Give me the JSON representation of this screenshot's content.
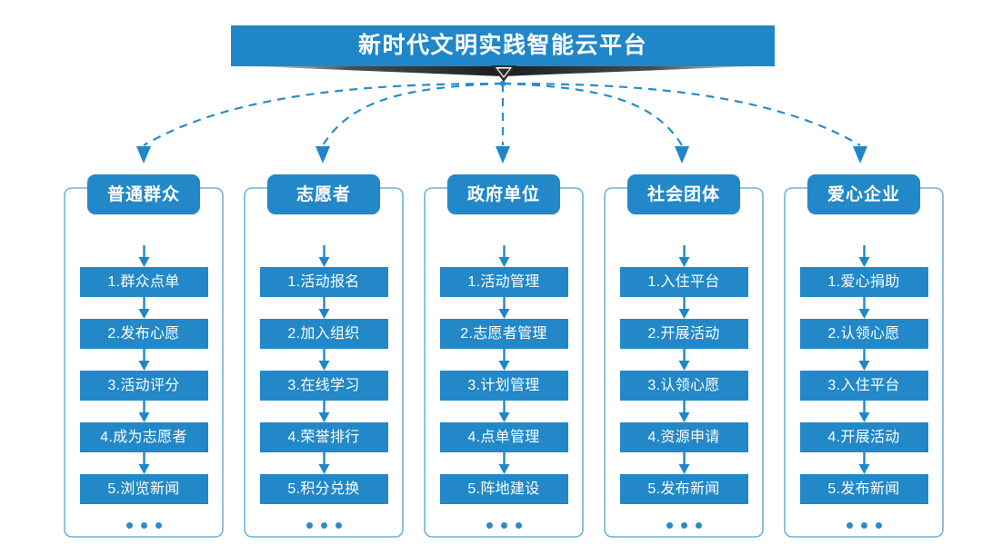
{
  "title": {
    "text": "新时代文明实践智能云平台",
    "bar_color": "#1f87c9",
    "shadow_color": "#2b2b2b"
  },
  "theme": {
    "accent_blue": "#2288c8",
    "frame_border": "#6fb3da",
    "arrow_blue": "#1f87c9",
    "dash_blue": "#2a8ccb",
    "background": "#ffffff",
    "text_on_blue": "#ffffff"
  },
  "ellipsis_label": "...",
  "columns": [
    {
      "header": "普通群众",
      "items": [
        "1.群众点单",
        "2.发布心愿",
        "3.活动评分",
        "4.成为志愿者",
        "5.浏览新闻"
      ]
    },
    {
      "header": "志愿者",
      "items": [
        "1.活动报名",
        "2.加入组织",
        "3.在线学习",
        "4.荣誉排行",
        "5.积分兑换"
      ]
    },
    {
      "header": "政府单位",
      "items": [
        "1.活动管理",
        "2.志愿者管理",
        "3.计划管理",
        "4.点单管理",
        "5.阵地建设"
      ]
    },
    {
      "header": "社会团体",
      "items": [
        "1.入住平台",
        "2.开展活动",
        "3.认领心愿",
        "4.资源申请",
        "5.发布新闻"
      ]
    },
    {
      "header": "爱心企业",
      "items": [
        "1.爱心捐助",
        "2.认领心愿",
        "3.入住平台",
        "4.开展活动",
        "5.发布新闻"
      ]
    }
  ]
}
